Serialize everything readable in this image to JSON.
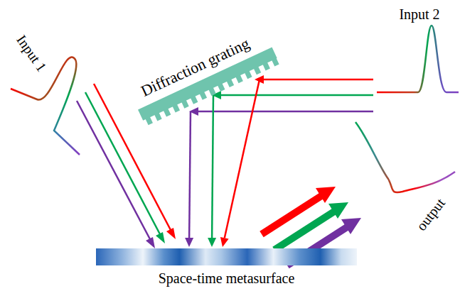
{
  "diagram": {
    "nodes": [
      {
        "text": [
          "Diffraction grating"
        ]
      },
      {
        "text": [
          "Space-time metasurface"
        ]
      }
    ],
    "edges": [
      {
        "from": 0,
        "to": 1,
        "arrow": "to"
      },
      {
        "from": 0,
        "to": 1,
        "arrow": "to"
      },
      {
        "from": 0,
        "to": 1,
        "arrow": "to"
      }
    ],
    "labels": [
      "Input 1",
      "Input 2",
      "output"
    ]
  }
}
